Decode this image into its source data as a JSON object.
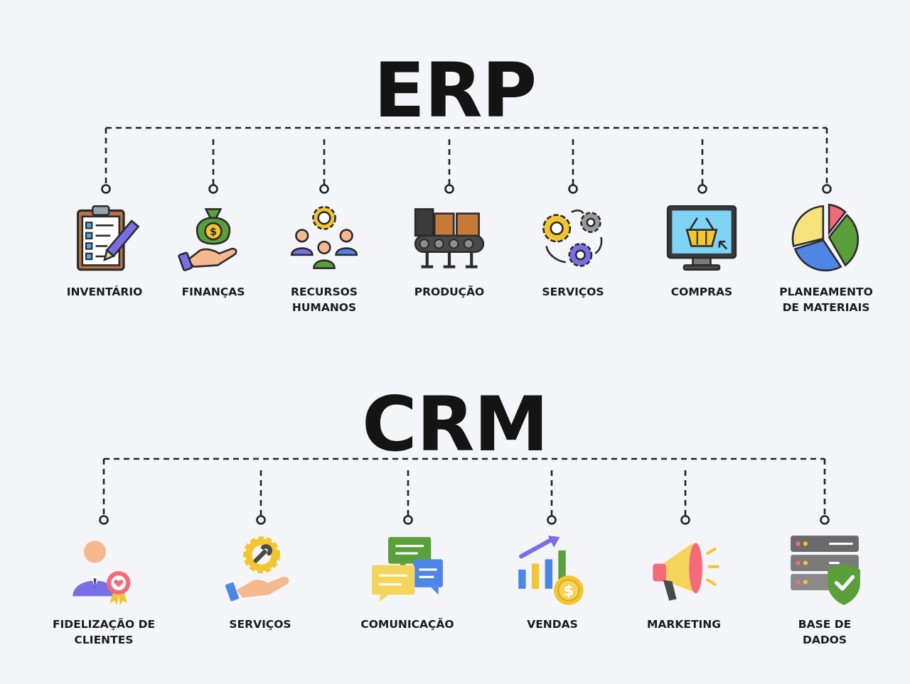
{
  "erp": {
    "title": "ERP",
    "items": [
      {
        "label": "INVENTÁRIO",
        "icon": "clipboard-checklist-icon"
      },
      {
        "label": "FINANÇAS",
        "icon": "money-bag-hand-icon"
      },
      {
        "label": "RECURSOS\nHUMANOS",
        "icon": "team-gear-icon"
      },
      {
        "label": "PRODUÇÃO",
        "icon": "conveyor-belt-icon"
      },
      {
        "label": "SERVIÇOS",
        "icon": "gears-cycle-icon"
      },
      {
        "label": "COMPRAS",
        "icon": "shopping-basket-monitor-icon"
      },
      {
        "label": "PLANEAMENTO\nDE MATERIAIS",
        "icon": "pie-chart-icon"
      }
    ]
  },
  "crm": {
    "title": "CRM",
    "items": [
      {
        "label": "FIDELIZAÇÃO DE\nCLIENTES",
        "icon": "customer-badge-icon"
      },
      {
        "label": "SERVIÇOS",
        "icon": "gear-hand-icon"
      },
      {
        "label": "COMUNICAÇÃO",
        "icon": "chat-bubbles-icon"
      },
      {
        "label": "VENDAS",
        "icon": "sales-growth-coin-icon"
      },
      {
        "label": "MARKETING",
        "icon": "megaphone-icon"
      },
      {
        "label": "BASE DE\nDADOS",
        "icon": "database-shield-icon"
      }
    ]
  },
  "colors": {
    "background": "#f4f5f9",
    "connector": "#222222",
    "text": "#1b1b1b"
  }
}
